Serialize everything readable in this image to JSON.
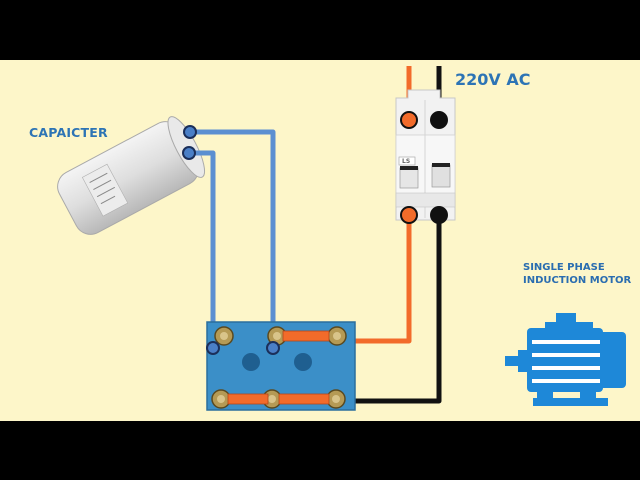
{
  "labels": {
    "capacitor": "CAPAICTER",
    "supply": "220V AC",
    "motor_line1": "SINGLE PHASE",
    "motor_line2": "INDUCTION MOTOR"
  },
  "breaker": {
    "brand_mark": "LS"
  },
  "colors": {
    "background": "#fdf6c9",
    "label_blue": "#2d74b5",
    "wire_blue": "#5b8fd1",
    "wire_orange": "#f26b2a",
    "wire_black": "#111111",
    "terminal_box": "#3b8fc8",
    "motor_icon": "#1e88d8"
  }
}
